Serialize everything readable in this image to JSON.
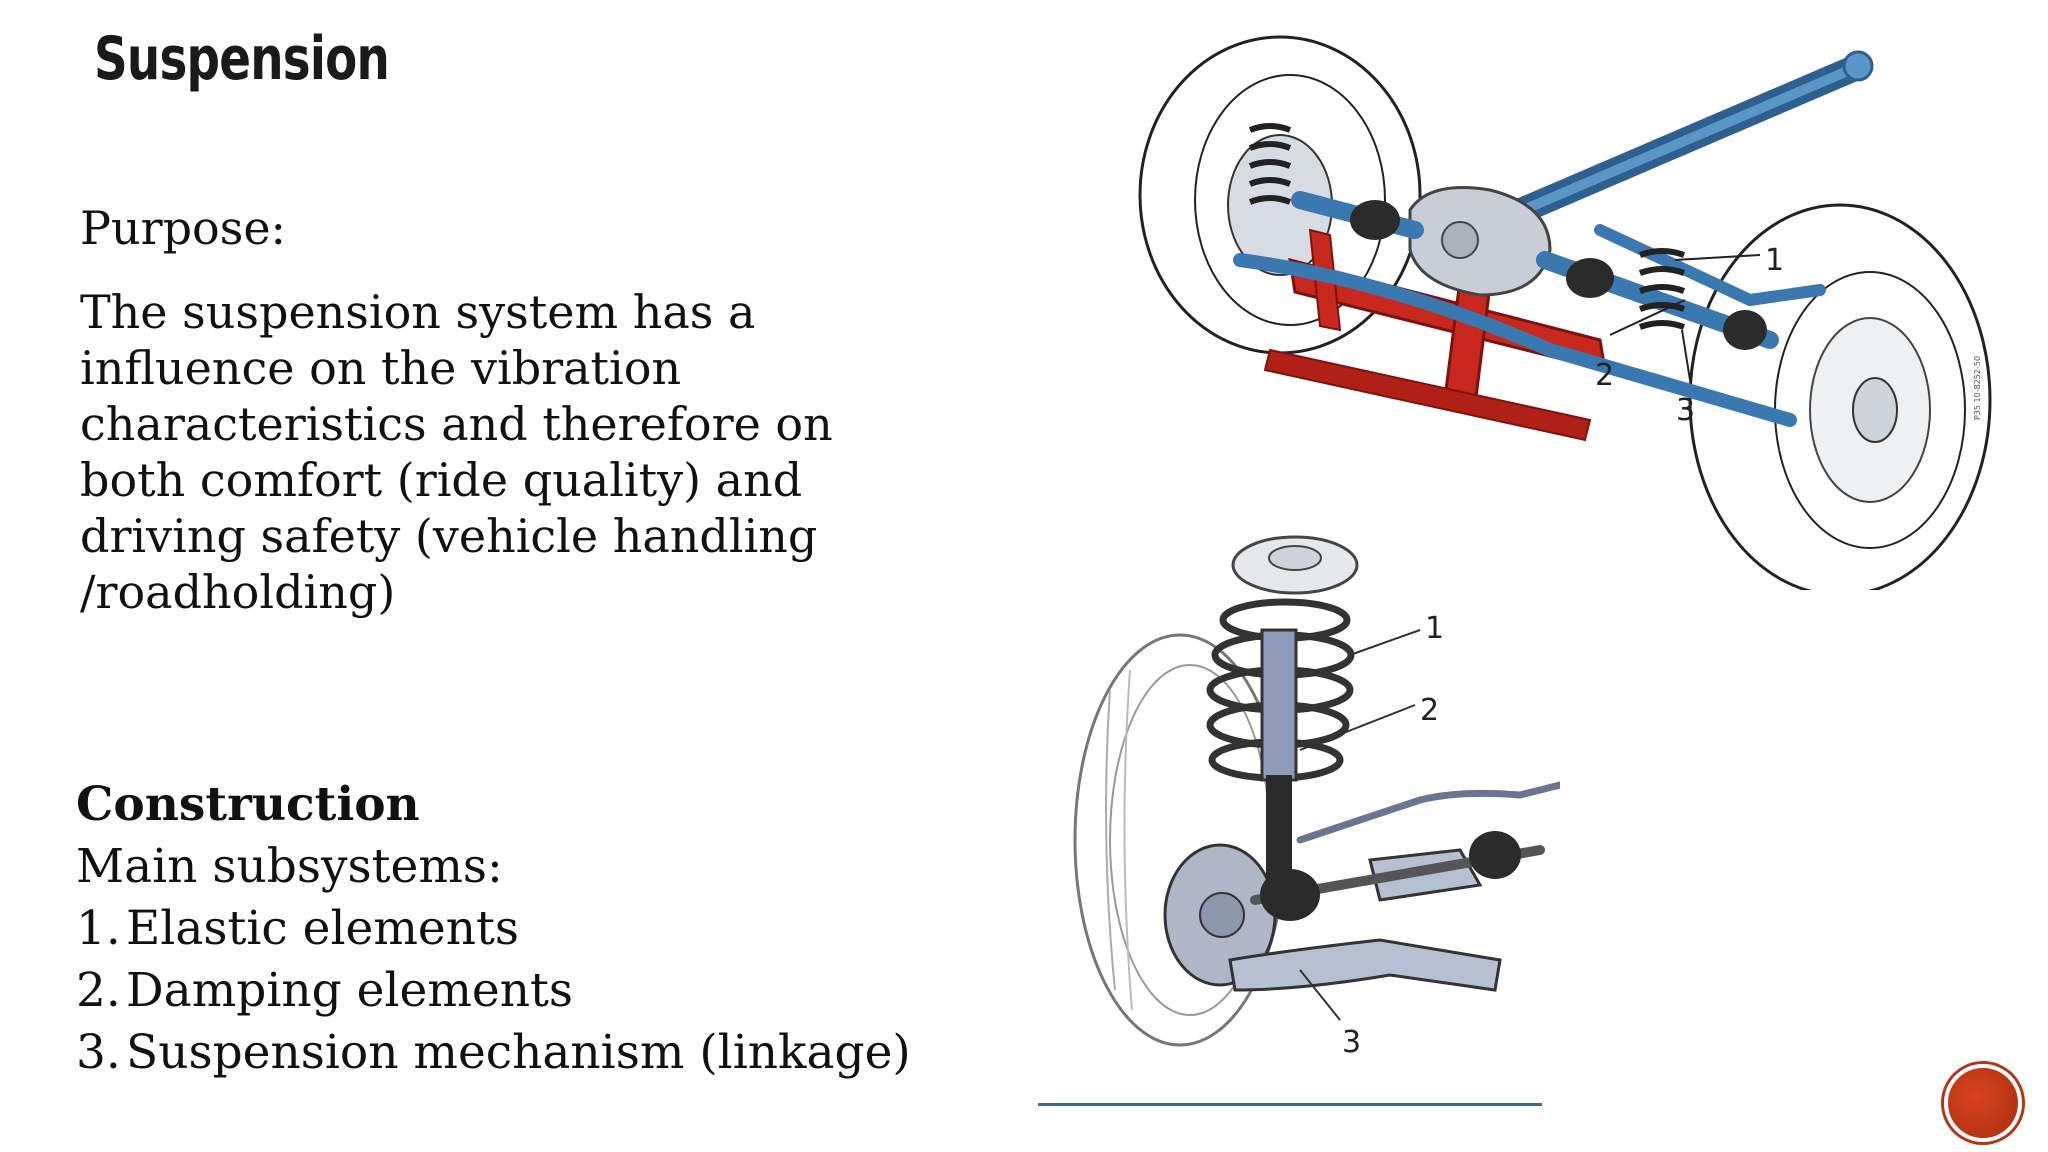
{
  "slide": {
    "title": "Suspension",
    "purpose_label": "Purpose:",
    "purpose_text": "The suspension system has a influence on the vibration characteristics and therefore on both comfort (ride quality) and driving safety (vehicle handling /roadholding)",
    "construction": {
      "heading": "Construction",
      "subheading": "Main subsystems:",
      "items": [
        {
          "num": "1.",
          "label": "Elastic elements"
        },
        {
          "num": "2.",
          "label": "Damping elements"
        },
        {
          "num": "3.",
          "label": "Suspension mechanism (linkage)"
        }
      ]
    }
  },
  "figure_rear_axle": {
    "callouts": [
      "1",
      "2",
      "3"
    ],
    "code": "P35 10-8252-50",
    "colors": {
      "subframe": "#c8281e",
      "links": "#3a78b0",
      "outline": "#222222"
    }
  },
  "figure_strut": {
    "callouts": [
      "1",
      "2",
      "3"
    ],
    "colors": {
      "parts": "#9aa4ba",
      "outline": "#333333"
    }
  },
  "accent_color": "#c0391b"
}
